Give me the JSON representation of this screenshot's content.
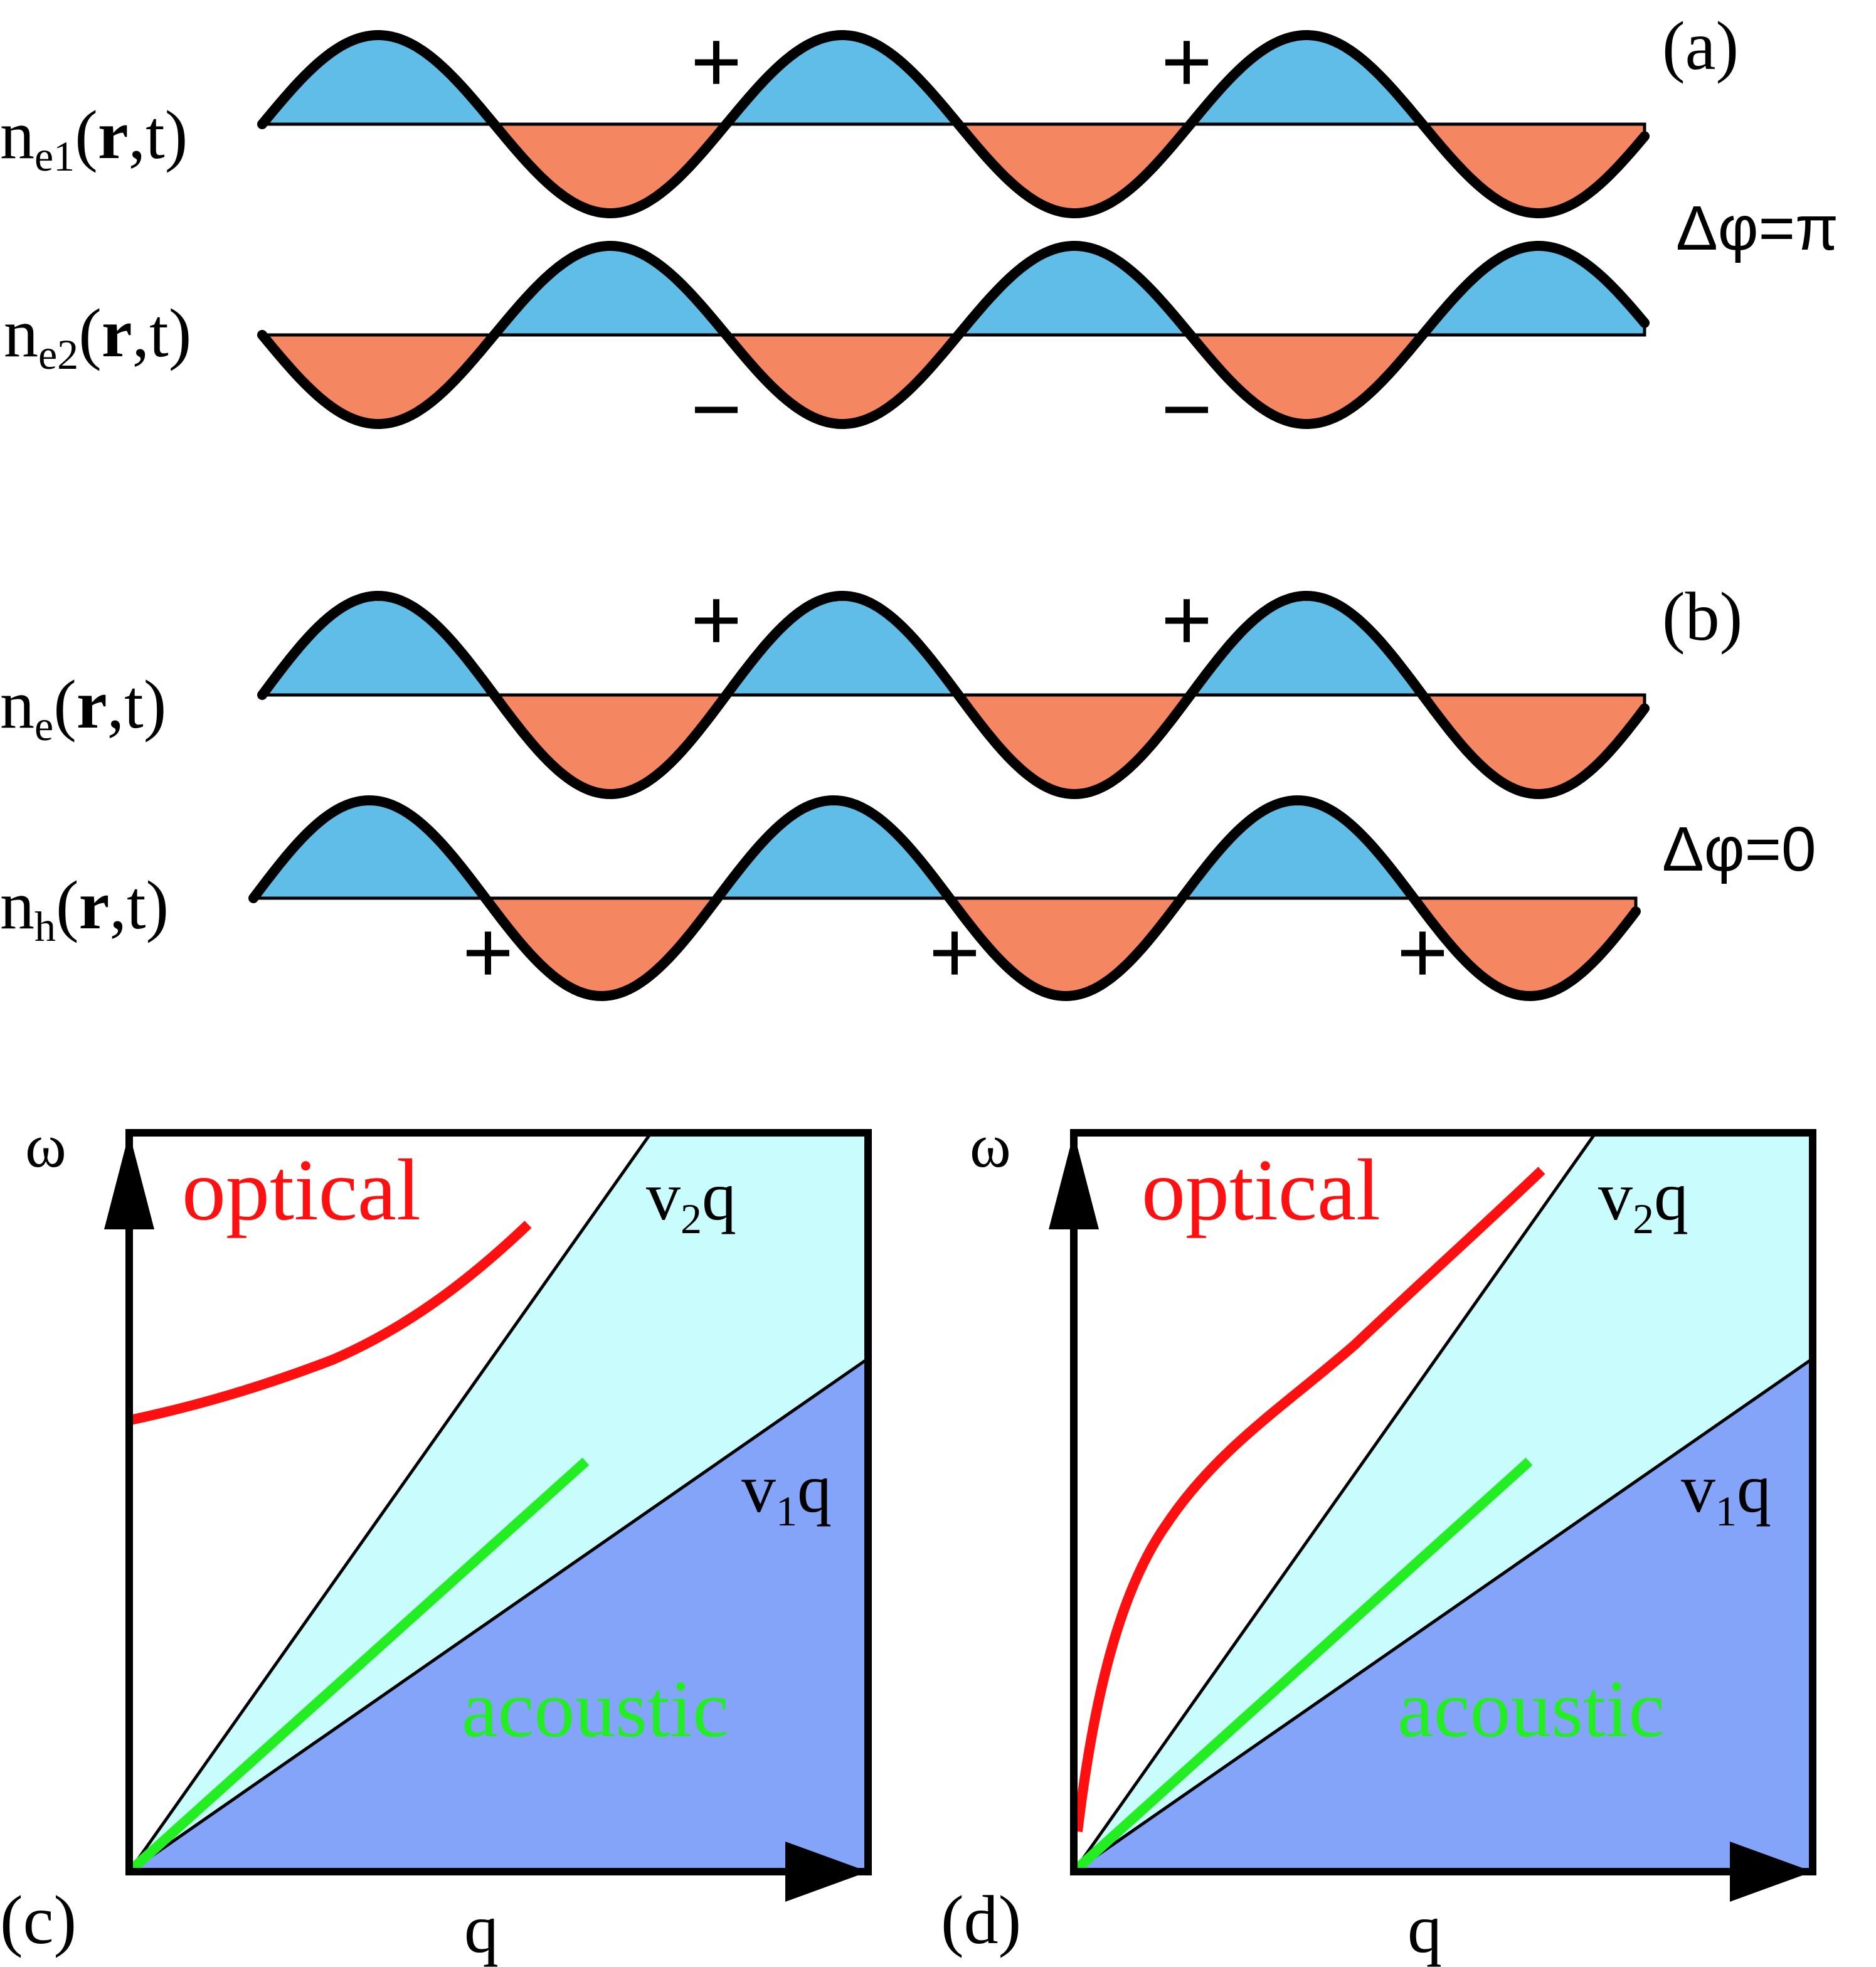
{
  "colors": {
    "positive_fill": "#5fbde7",
    "negative_fill": "#f48762",
    "wave_stroke": "#000000",
    "optical": "#ff1010",
    "acoustic": "#22ee22",
    "region_light": "#c9fcfd",
    "region_dark": "#84a4fa"
  },
  "panel_a": {
    "tag": "(a)",
    "phase": "Δφ=π",
    "wave1": {
      "label_base": "n",
      "label_sub": "e1",
      "label_arg_open": "(",
      "label_bold": "r",
      "label_arg_close": ",t)"
    },
    "wave2": {
      "label_base": "n",
      "label_sub": "e2",
      "label_arg_open": "(",
      "label_bold": "r",
      "label_arg_close": ",t)"
    },
    "signs_top": [
      "+",
      "+"
    ],
    "signs_bottom": [
      "−",
      "−"
    ]
  },
  "panel_b": {
    "tag": "(b)",
    "phase": "Δφ=0",
    "wave1": {
      "label_base": "n",
      "label_sub": "e",
      "label_arg_open": "(",
      "label_bold": "r",
      "label_arg_close": ",t)"
    },
    "wave2": {
      "label_base": "n",
      "label_sub": "h",
      "label_arg_open": "(",
      "label_bold": "r",
      "label_arg_close": ",t)"
    },
    "signs_top": [
      "+",
      "+"
    ],
    "signs_bottom": [
      "+",
      "+",
      "+"
    ]
  },
  "panel_c": {
    "tag": "(c)",
    "y_axis": "ω",
    "x_axis": "q",
    "optical_label": "optical",
    "acoustic_label": "acoustic",
    "line_upper": {
      "base": "v",
      "sub": "2",
      "tail": "q"
    },
    "line_lower": {
      "base": "v",
      "sub": "1",
      "tail": "q"
    }
  },
  "panel_d": {
    "tag": "(d)",
    "y_axis": "ω",
    "x_axis": "q",
    "optical_label": "optical",
    "acoustic_label": "acoustic",
    "line_upper": {
      "base": "v",
      "sub": "2",
      "tail": "q"
    },
    "line_lower": {
      "base": "v",
      "sub": "1",
      "tail": "q"
    }
  }
}
